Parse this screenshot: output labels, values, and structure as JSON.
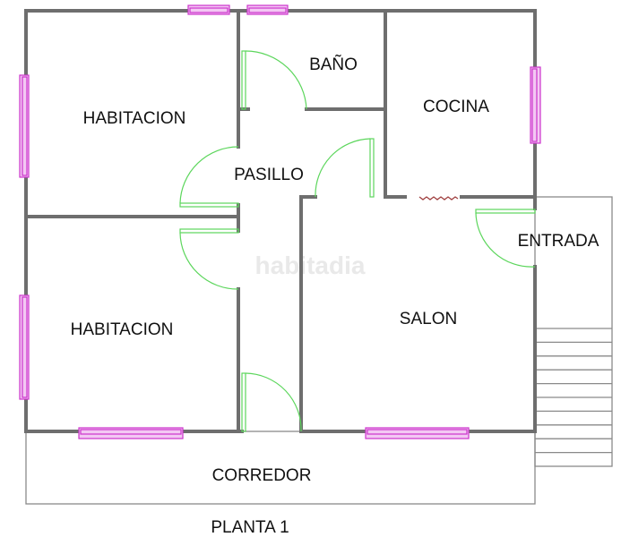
{
  "plan": {
    "title": "PLANTA 1",
    "watermark": "habitadia",
    "rooms": {
      "habitacion_1": "HABITACION",
      "bano": "BAÑO",
      "cocina": "COCINA",
      "pasillo": "PASILLO",
      "entrada": "ENTRADA",
      "habitacion_2": "HABITACION",
      "salon": "SALON",
      "corredor": "CORREDOR"
    }
  },
  "colors": {
    "wall": "#6e6e6e",
    "door": "#5cd65c",
    "window": "#cc33cc"
  }
}
